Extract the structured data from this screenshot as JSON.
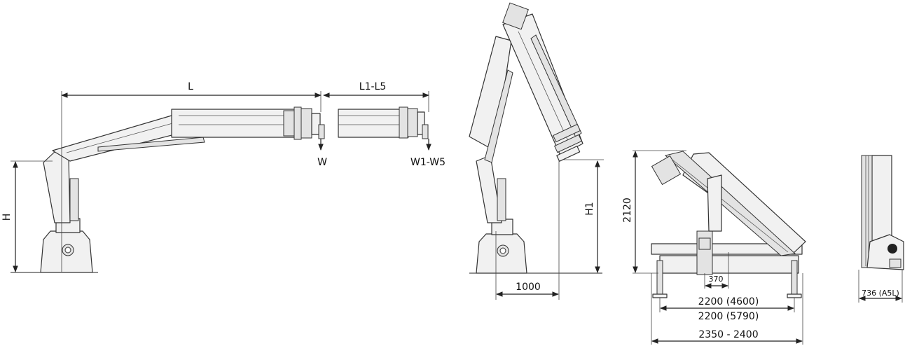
{
  "views": {
    "side_extended": {
      "length_label": "L",
      "ext_length_label": "L1-L5",
      "load_label": "W",
      "ext_load_label": "W1-W5",
      "height_label": "H"
    },
    "side_raised": {
      "height_label": "H1",
      "reach_label": "1000"
    },
    "folded": {
      "height_label": "2120",
      "offset_label": "370",
      "stab_width_1": "2200 (4600)",
      "stab_width_2": "2200 (5790)",
      "overall_width": "2350 - 2400"
    },
    "front": {
      "width_label": "736 (A5L)"
    }
  }
}
